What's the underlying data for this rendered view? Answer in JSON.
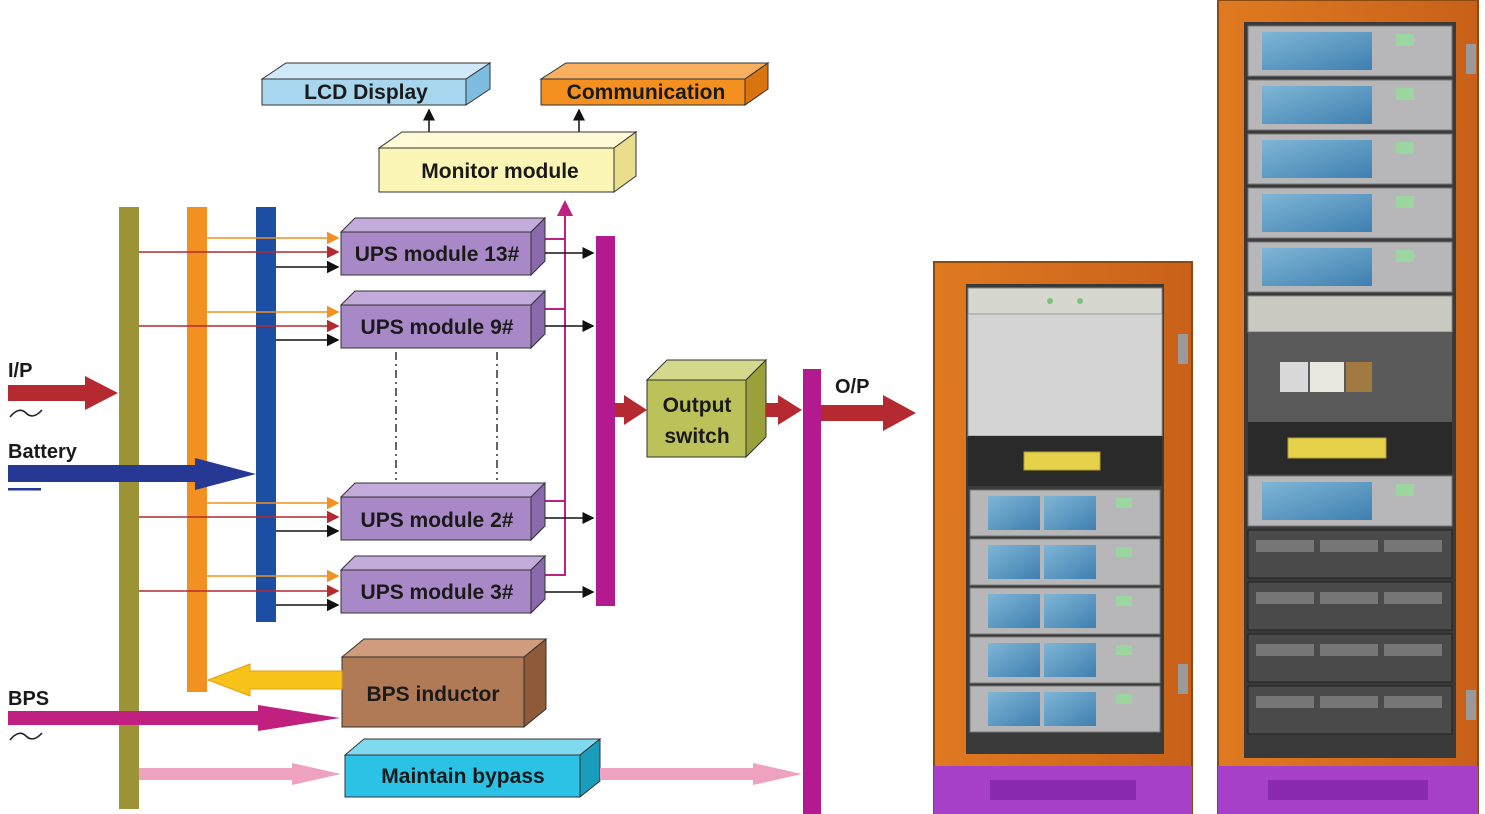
{
  "diagram": {
    "inputs": {
      "ip_label": "I/P",
      "battery_label": "Battery",
      "bps_label": "BPS",
      "ac_symbol": "~"
    },
    "output_label": "O/P",
    "boxes": {
      "lcd_display": "LCD Display",
      "communication": "Communication",
      "monitor_module": "Monitor module",
      "output_switch_line1": "Output",
      "output_switch_line2": "switch",
      "bps_inductor": "BPS inductor",
      "maintain_bypass": "Maintain bypass"
    },
    "ups_modules": [
      "UPS module 13#",
      "UPS module 9#",
      "UPS module 2#",
      "UPS module 3#"
    ],
    "colors": {
      "ac_input": "#b42a30",
      "battery": "#253994",
      "bps": "#c0207f",
      "bypass": "#eea2c0",
      "olive_bus": "#9c9236",
      "orange_bus": "#f29122",
      "blue_bus": "#1c4fa3",
      "magenta_bus": "#b41a8f",
      "lcd_box": "#a8d6ef",
      "communication_box": "#f39020",
      "monitor_box": "#fbf6b6",
      "ups_box": "#a888c6",
      "output_switch_box": "#bcc25a",
      "bps_inductor_box": "#b07a56",
      "maintain_bypass_box": "#2bc2e6",
      "yellow_arrow": "#f7c319"
    }
  },
  "cabinets": [
    {
      "name": "small-cabinet"
    },
    {
      "name": "large-cabinet"
    }
  ]
}
